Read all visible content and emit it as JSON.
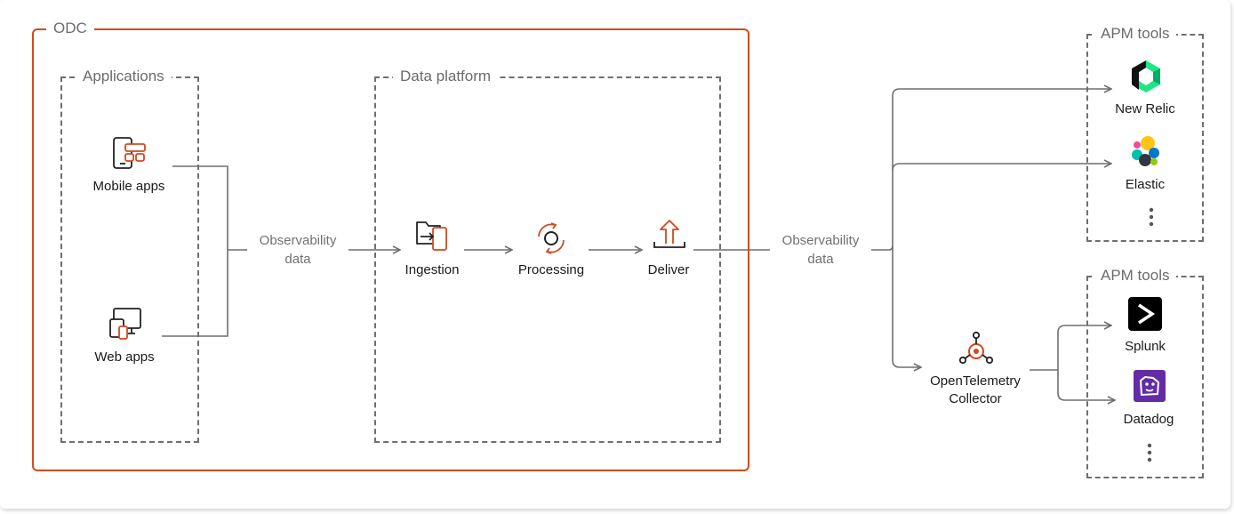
{
  "odc": {
    "title": "ODC"
  },
  "applications": {
    "title": "Applications",
    "mobile_apps": "Mobile apps",
    "web_apps": "Web apps"
  },
  "data_platform": {
    "title": "Data platform",
    "ingestion": "Ingestion",
    "processing": "Processing",
    "deliver": "Deliver"
  },
  "edges": {
    "observability_data_1": [
      "Observability",
      "data"
    ],
    "observability_data_2": [
      "Observability",
      "data"
    ]
  },
  "collector": {
    "line1": "OpenTelemetry",
    "line2": "Collector"
  },
  "apm_group_1": {
    "title": "APM tools",
    "new_relic": "New Relic",
    "elastic": "Elastic"
  },
  "apm_group_2": {
    "title": "APM tools",
    "splunk": "Splunk",
    "datadog": "Datadog"
  },
  "colors": {
    "accent": "#d04a1e",
    "line": "#6f6f6f",
    "text_muted": "#6b6b6b"
  }
}
